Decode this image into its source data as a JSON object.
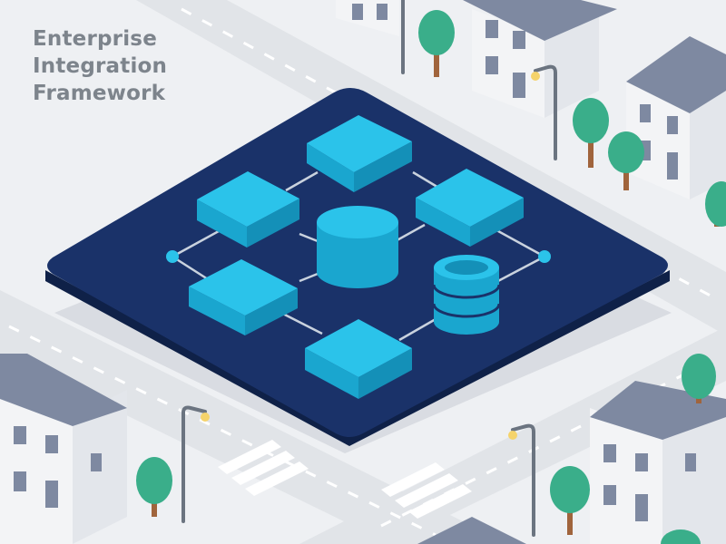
{
  "title": {
    "lines": [
      "Enterprise",
      "Integration",
      "Framework"
    ]
  },
  "colors": {
    "background": "#eef0f3",
    "road": "#e1e4e8",
    "platform": "#1a3269",
    "platform_edge": "#0f2148",
    "module_top": "#2bc3ea",
    "module_side_left": "#1aa6cf",
    "module_side_right": "#1490b8",
    "connector": "#c9d2de",
    "house_wall": "#f3f4f6",
    "house_roof": "#7e89a1",
    "window": "#7e89a1",
    "tree": "#3aae8a",
    "trunk": "#a0643c",
    "lamp": "#6b7480",
    "title_text": "#7d848c"
  },
  "diagram": {
    "modules": [
      "module-top",
      "module-upper-left",
      "module-upper-right",
      "module-lower-left",
      "module-bottom"
    ],
    "cylinder": "data-store",
    "database": "database-stack",
    "endpoints": [
      "connector-endpoint-left",
      "connector-endpoint-right"
    ]
  }
}
